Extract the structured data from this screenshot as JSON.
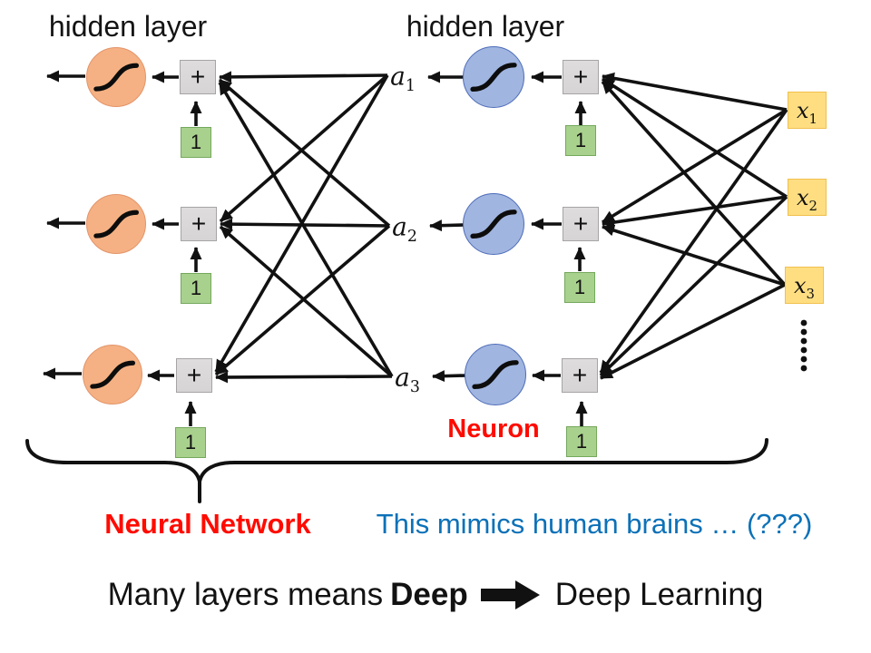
{
  "titles": {
    "hidden_layer_left": "hidden layer",
    "hidden_layer_right": "hidden layer"
  },
  "labels": {
    "plus": "+",
    "one": "1",
    "neuron": "Neuron",
    "neural_network": "Neural Network",
    "mimics": "This mimics human brains … (???)",
    "bottom_prefix": "Many layers means",
    "bottom_bold": "Deep",
    "bottom_suffix": "Deep Learning"
  },
  "a_labels": [
    {
      "base": "a",
      "sub": "1"
    },
    {
      "base": "a",
      "sub": "2"
    },
    {
      "base": "a",
      "sub": "3"
    }
  ],
  "x_labels": [
    {
      "base": "x",
      "sub": "1"
    },
    {
      "base": "x",
      "sub": "2"
    },
    {
      "base": "x",
      "sub": "3"
    }
  ],
  "icons": {
    "sigmoid": "sigmoid-activation-curve",
    "block_arrow": "right-block-arrow",
    "ellipsis": "more-inputs-vertical-dots",
    "brace": "underbrace-grouping"
  },
  "colors": {
    "canvas_bg": "#FFFFFF",
    "neuron_left_fill": "#F5B183",
    "neuron_left_border": "#E3946A",
    "neuron_right_fill": "#A0B5E0",
    "neuron_right_border": "#4D6CB8",
    "sum_box_fill": "#D6D4D4",
    "sum_box_border": "#A6A4A4",
    "bias_box_fill": "#A9D18E",
    "bias_box_border": "#74A85C",
    "input_box_fill": "#FFDE82",
    "input_box_border": "#F0C04D",
    "line_color": "#111111",
    "red_text": "#FF0B00",
    "blue_text": "#0C71B8",
    "black_text": "#151515"
  }
}
